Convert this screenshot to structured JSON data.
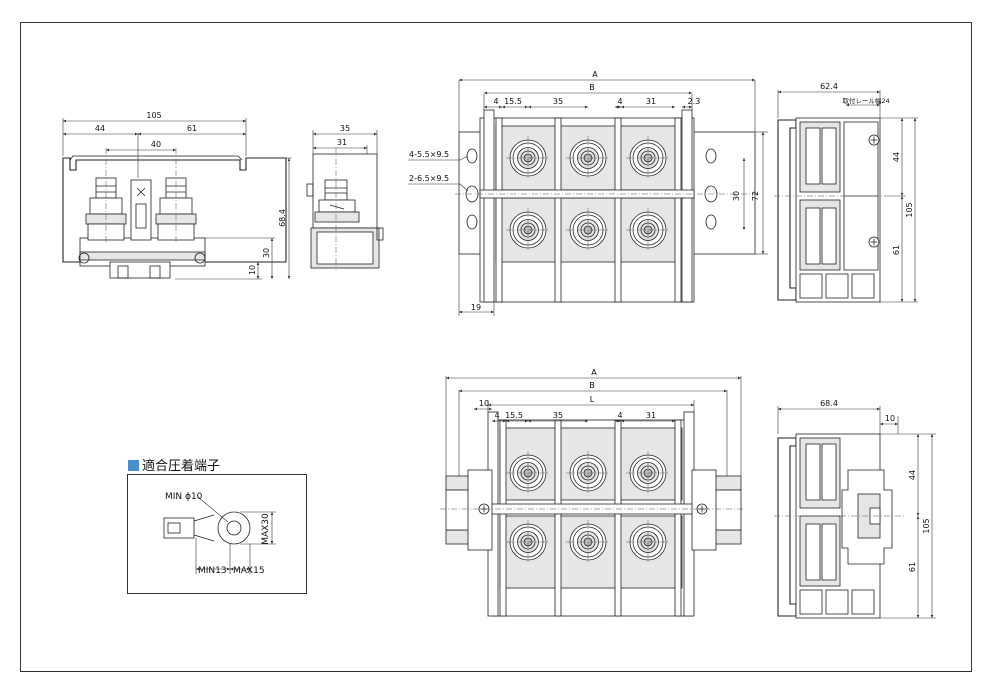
{
  "drawing_frame": {
    "stroke_color": "#333333"
  },
  "left_side_view": {
    "dims": {
      "overall": "105",
      "left": "44",
      "right": "61",
      "bolt_pitch": "40",
      "height": "68.4",
      "base_height": "30",
      "rail": "10"
    }
  },
  "end_view": {
    "dims": {
      "outer": "35",
      "inner": "31"
    }
  },
  "top_plan_view": {
    "dims": {
      "A": "A",
      "B": "B",
      "d4a": "4",
      "d15_5": "15.5",
      "d35": "35",
      "d4b": "4",
      "d31": "31",
      "d2_3": "2.3",
      "pitch": "30",
      "height": "72",
      "offset": "19"
    },
    "notes": {
      "hole1": "4-5.5×9.5",
      "hole2": "2-6.5×9.5"
    }
  },
  "right_top_view": {
    "dims": {
      "width": "62.4",
      "rail_label": "取付レール幅24",
      "upper": "44",
      "lower": "61",
      "total": "105"
    }
  },
  "bottom_plan_view": {
    "dims": {
      "A": "A",
      "B": "B",
      "L": "L",
      "d10": "10",
      "d4a": "4",
      "d15_5": "15.5",
      "d35": "35",
      "d4b": "4",
      "d31": "31"
    }
  },
  "right_bottom_view": {
    "dims": {
      "width": "68.4",
      "d10": "10",
      "upper": "44",
      "lower": "61",
      "total": "105"
    }
  },
  "crimp_terminal": {
    "title": "適合圧着端子",
    "title_marker_color": "#4a8fd0",
    "min_dia": "MIN ϕ10",
    "max_len": "MAX30",
    "min_tail": "MIN13",
    "max_tail": "MAX15"
  }
}
